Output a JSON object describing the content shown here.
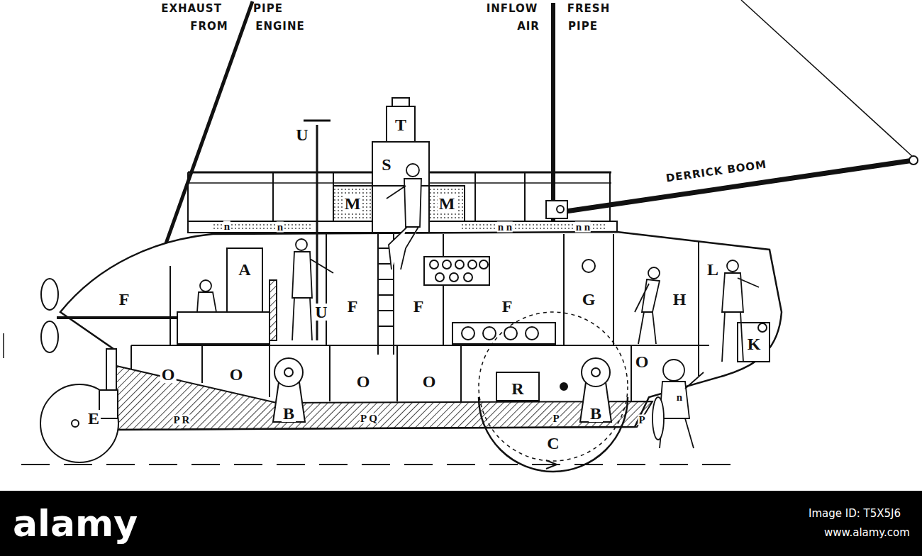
{
  "diagram": {
    "labels": [
      "EXHAUST",
      "PIPE",
      "FROM",
      "ENGINE",
      "INFLOW",
      "FRESH",
      "AIR",
      "PIPE",
      "DERRICK BOOM",
      "U",
      "T",
      "S",
      "M",
      "M",
      "n",
      "n",
      "n n",
      "n n",
      "F",
      "A",
      "U",
      "F",
      "F",
      "F",
      "G",
      "H",
      "L",
      "K",
      "O",
      "O",
      "O",
      "O",
      "O",
      "B",
      "B",
      "C",
      "E",
      "R",
      "P R",
      "P Q",
      "P",
      "P",
      "n",
      "alamy",
      "Image ID: T5X5J6",
      "www.alamy.com"
    ]
  }
}
